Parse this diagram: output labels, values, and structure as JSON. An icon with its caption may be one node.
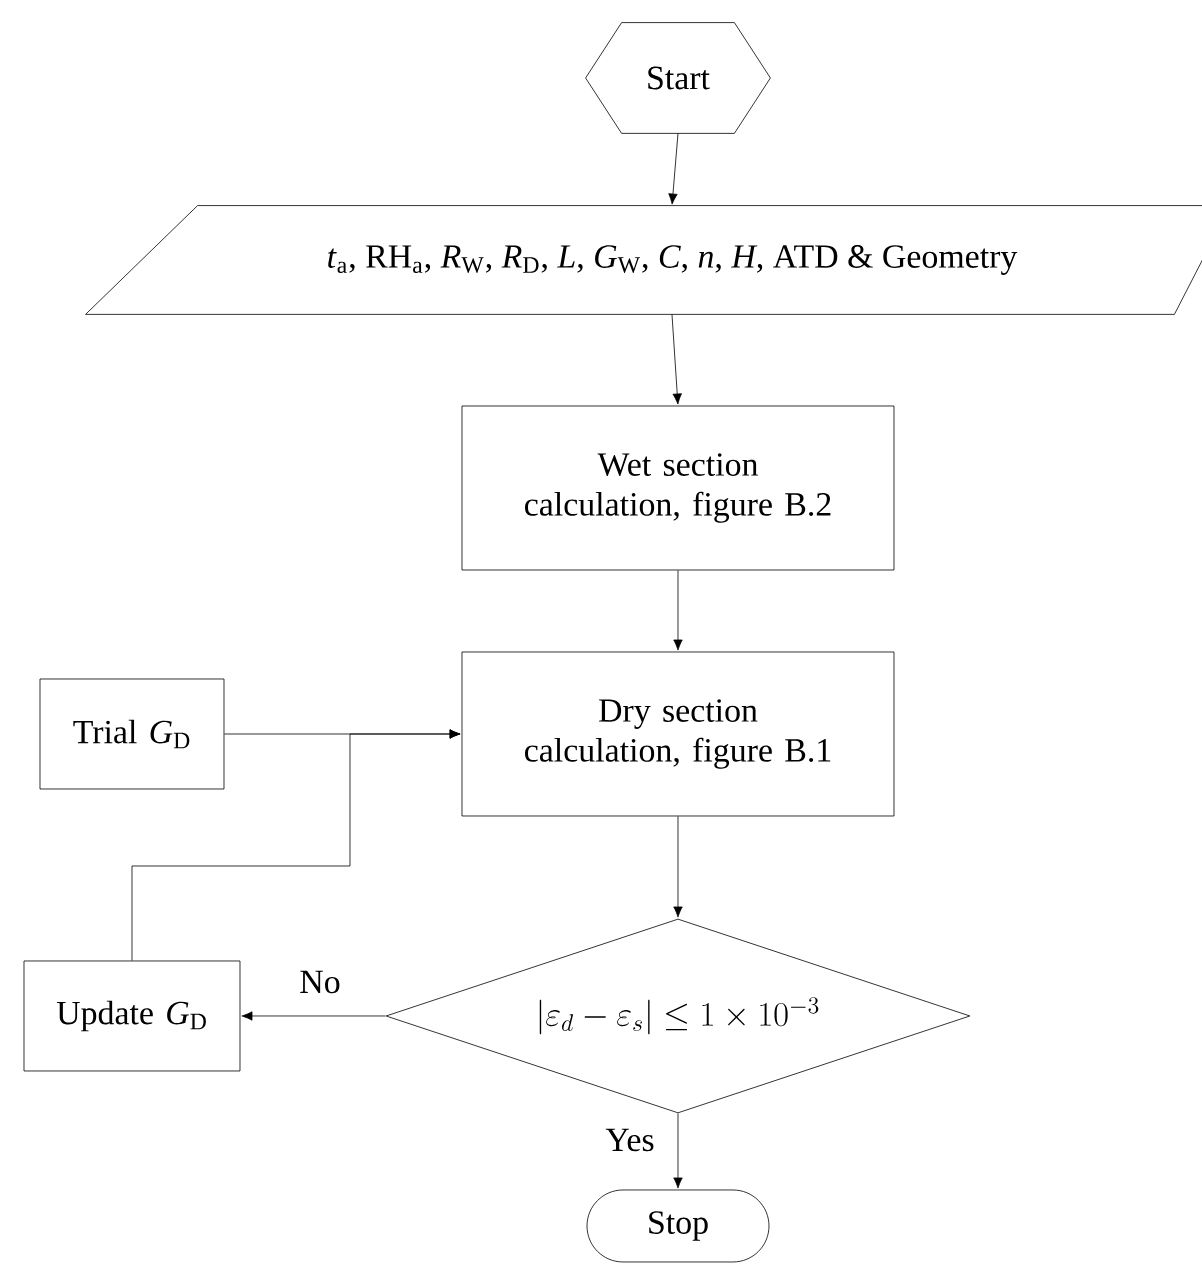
{
  "diagram": {
    "nodes": [
      {
        "text": [
          "Start"
        ]
      },
      {
        "text": [
          "*t*$_{a}$, RH$_{a}$, *R*$_{W}$, *R*$_{D}$, *L*, *G*$_{W}$, *C*, *n*, *H*, ATD & Geometry"
        ]
      },
      {
        "text": [
          "Wet section calculation, figure B.2"
        ]
      },
      {
        "text": [
          "Dry section calculation, figure B.1"
        ]
      },
      {
        "text": [
          "Trial *G*$_{D}$"
        ]
      },
      {
        "text": [
          "\\left|\\varepsilon_d-\\varepsilon_s\\right|\\le 1\\times 10^{-3}"
        ]
      },
      {
        "text": [
          "Update *G*$_{D}$"
        ]
      },
      {
        "text": [
          "Stop"
        ]
      }
    ],
    "edges": [
      {
        "from": 0,
        "to": 1,
        "arrow": "to"
      },
      {
        "from": 1,
        "to": 2,
        "arrow": "to"
      },
      {
        "from": 2,
        "to": 3,
        "arrow": "to"
      },
      {
        "from": 4,
        "to": 3,
        "arrow": "to"
      },
      {
        "from": 6,
        "to": 3,
        "arrow": "to"
      },
      {
        "from": 3,
        "to": 5,
        "arrow": "to"
      },
      {
        "from": 5,
        "to": 6,
        "arrow": "to",
        "label": "No"
      },
      {
        "from": 5,
        "to": 7,
        "arrow": "to",
        "label": "Yes"
      }
    ]
  }
}
